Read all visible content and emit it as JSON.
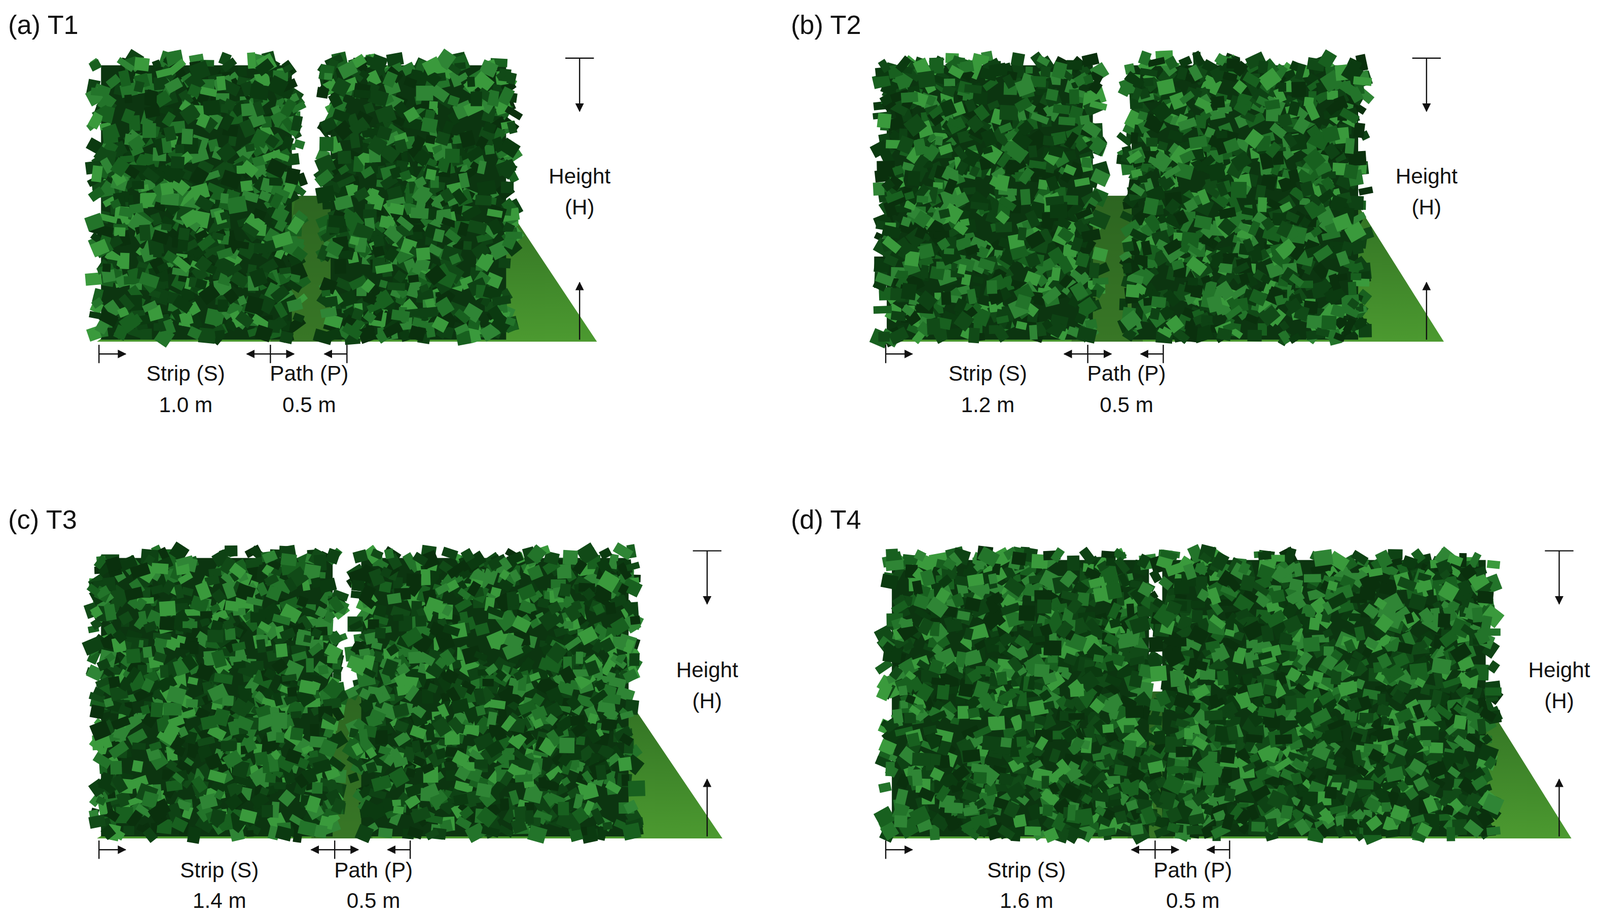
{
  "diagram": {
    "labels": [
      "(a) T1",
      "Height (H)",
      "Strip (S)",
      "1.0 m",
      "Path (P)",
      "0.5 m",
      "(b) T2",
      "Height (H)",
      "Strip (S)",
      "1.2 m",
      "Path (P)",
      "0.5 m",
      "(c) T3",
      "Height (H)",
      "Strip (S)",
      "1.4 m",
      "Path (P)",
      "0.5 m",
      "(d) T4",
      "Height (H)",
      "Strip (S)",
      "1.6 m",
      "Path (P)",
      "0.5 m"
    ]
  }
}
